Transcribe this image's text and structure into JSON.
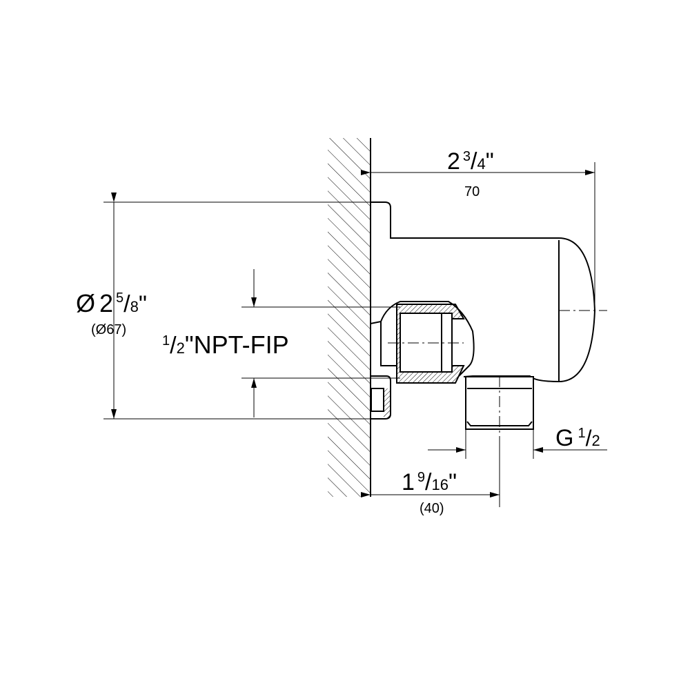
{
  "drawing": {
    "overall_depth": {
      "whole": "2",
      "num": "3",
      "den": "4",
      "unit": "\"",
      "metric": "70"
    },
    "flange_diameter": {
      "symbol": "Ø",
      "whole": "2",
      "num": "5",
      "den": "8",
      "unit": "\"",
      "metric": "(Ø67)"
    },
    "inlet_thread": {
      "num": "1",
      "den": "2",
      "rest": "\"NPT-FIP"
    },
    "outlet_thread": {
      "prefix": "G",
      "num": "1",
      "den": "2"
    },
    "outlet_offset": {
      "whole": "1",
      "num": "9",
      "den": "16",
      "unit": "\"",
      "metric": "(40)"
    }
  }
}
